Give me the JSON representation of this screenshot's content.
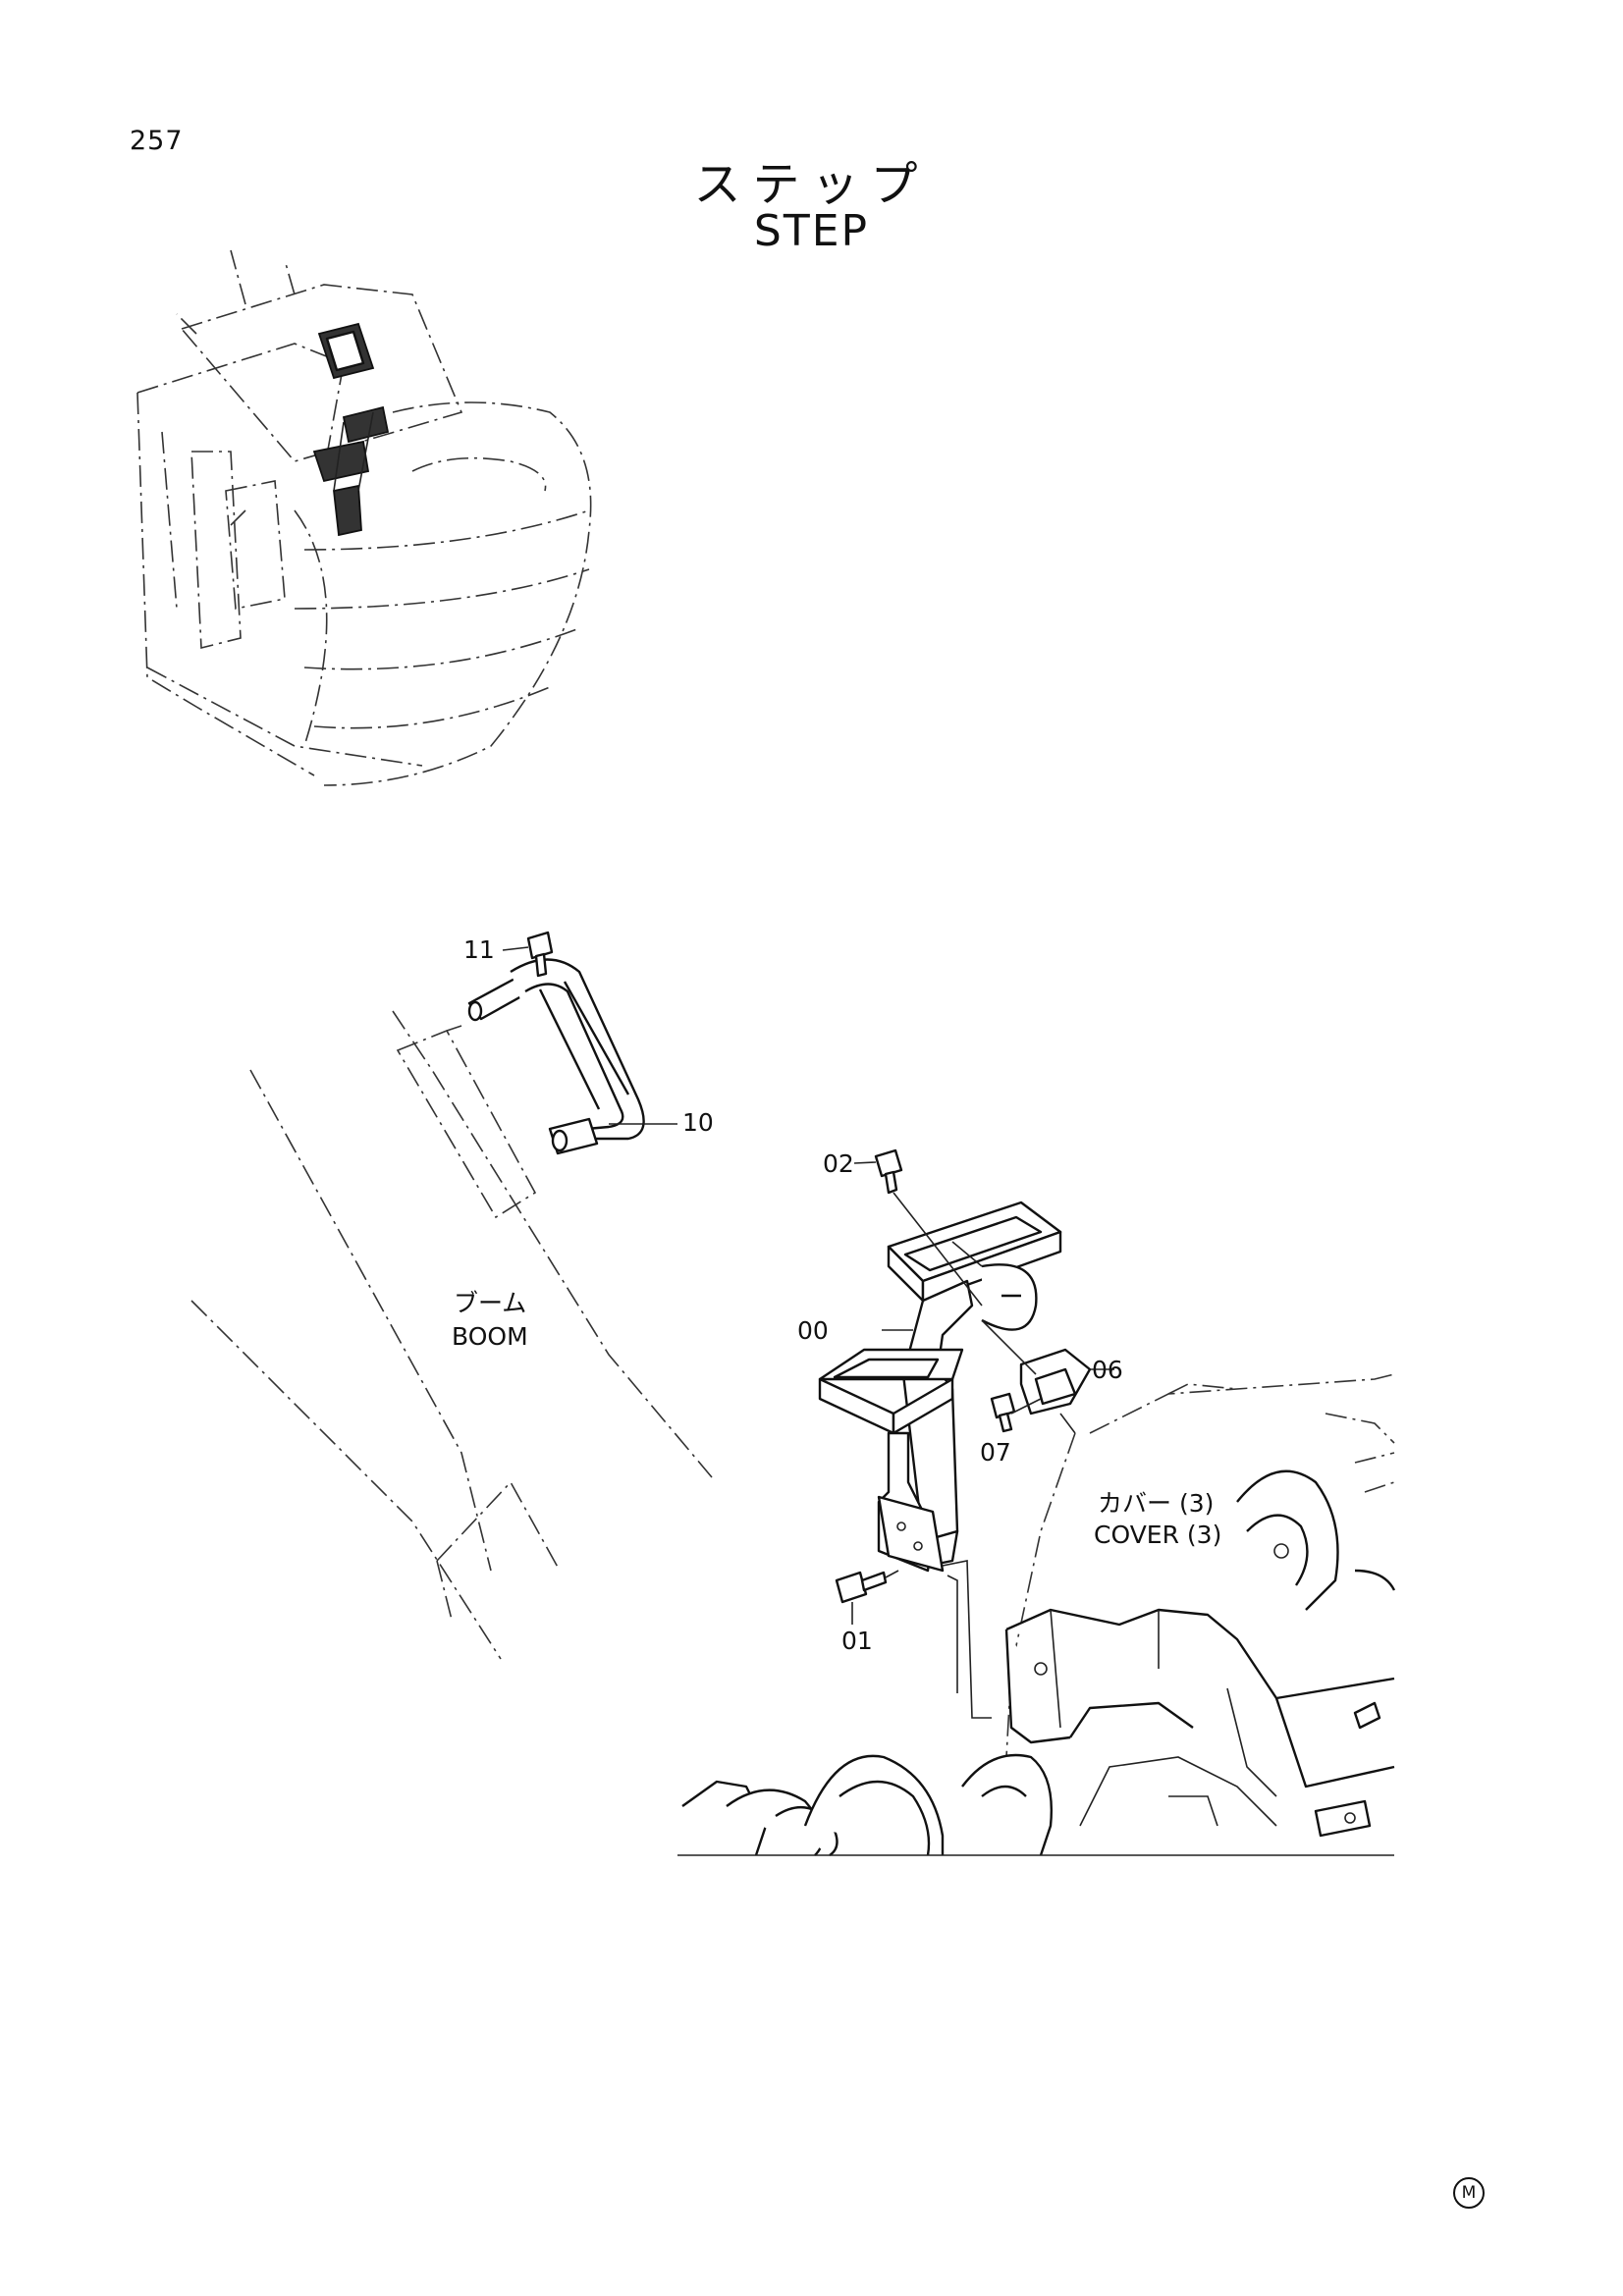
{
  "page": {
    "number": "257"
  },
  "title": {
    "japanese": "ステップ",
    "english": "STEP"
  },
  "labels": {
    "boom_ja": "ブーム",
    "boom_en": "BOOM",
    "cover_ja": "カバー (3)",
    "cover_en": "COVER (3)"
  },
  "callouts": {
    "p11": "11",
    "p10": "10",
    "p02": "02",
    "p00": "00",
    "p06": "06",
    "p07": "07",
    "p01": "01"
  },
  "corner_mark": "M",
  "icons": {
    "corner_mark": "circled-m-icon"
  }
}
